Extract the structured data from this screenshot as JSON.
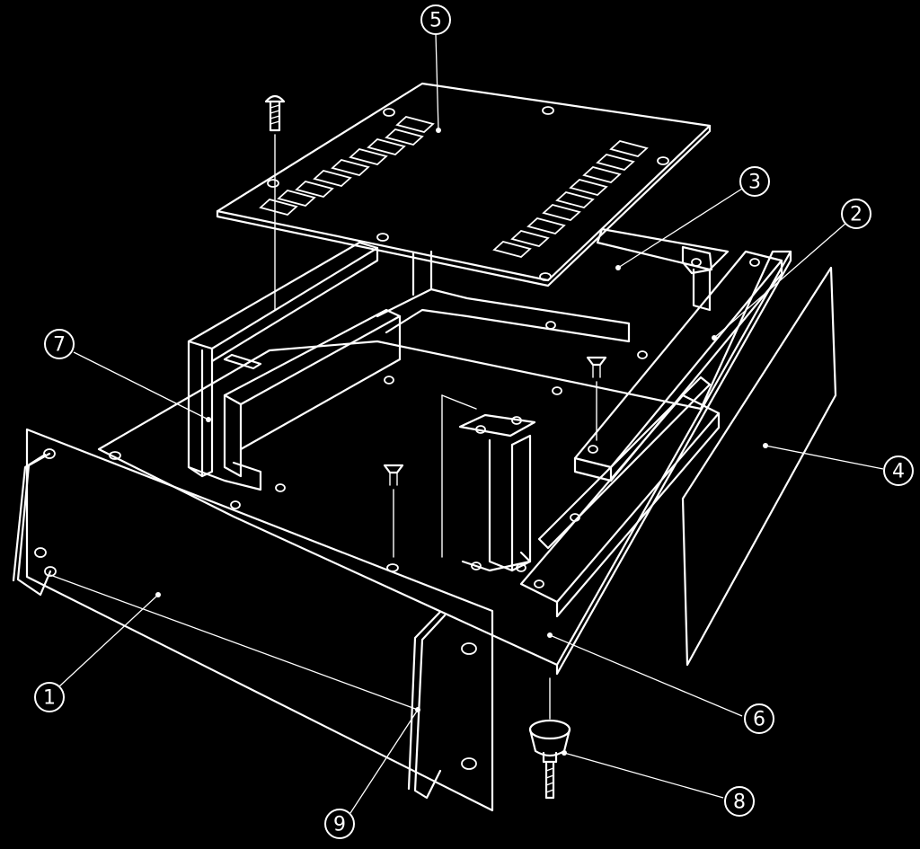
{
  "diagram": {
    "colors": {
      "background": "#000000",
      "line": "#ffffff"
    },
    "callouts": [
      {
        "id": "c1",
        "label": "1"
      },
      {
        "id": "c2",
        "label": "2"
      },
      {
        "id": "c3",
        "label": "3"
      },
      {
        "id": "c4",
        "label": "4"
      },
      {
        "id": "c5",
        "label": "5"
      },
      {
        "id": "c6",
        "label": "6"
      },
      {
        "id": "c7",
        "label": "7"
      },
      {
        "id": "c8",
        "label": "8"
      },
      {
        "id": "c9",
        "label": "9"
      }
    ]
  }
}
